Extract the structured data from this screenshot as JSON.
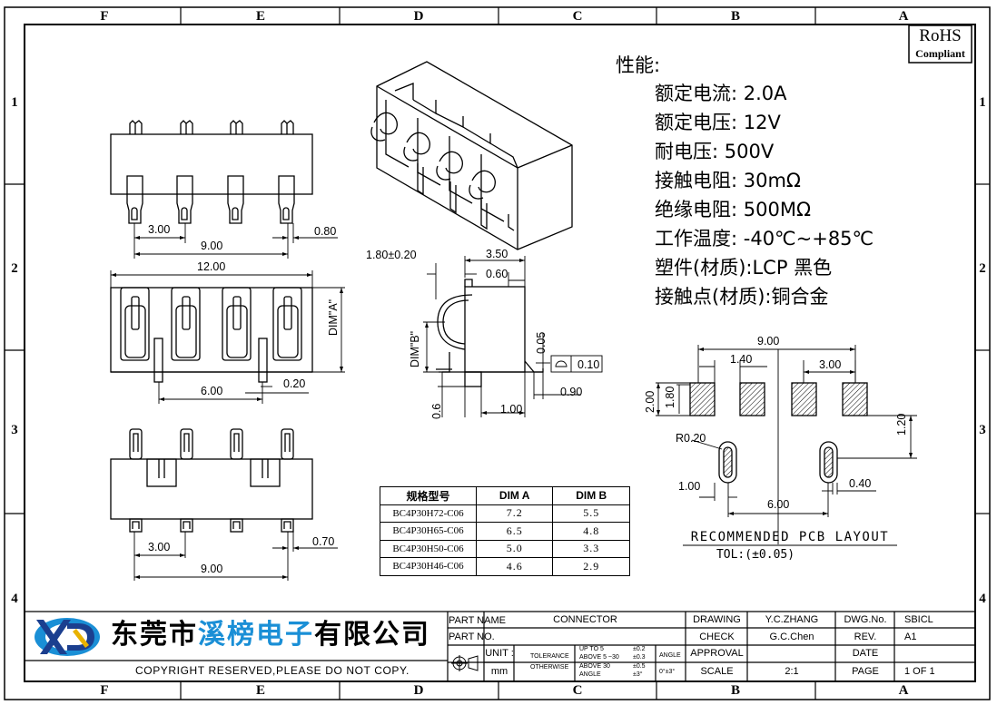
{
  "zones": {
    "columns": [
      "F",
      "E",
      "D",
      "C",
      "B",
      "A"
    ],
    "rows": [
      "1",
      "2",
      "3",
      "4"
    ]
  },
  "rohs": {
    "line1": "RoHS",
    "line2": "Compliant"
  },
  "performance": {
    "heading": "性能:",
    "items": [
      "额定电流: 2.0A",
      "额定电压: 12V",
      "耐电压: 500V",
      "接触电阻: 30mΩ",
      "绝缘电阻: 500MΩ",
      "工作温度: -40℃~+85℃",
      "塑件(材质):LCP 黑色",
      "接触点(材质):铜合金"
    ]
  },
  "dims": {
    "top_pitch": "3.00",
    "top_span": "9.00",
    "top_pin": "0.80",
    "mid_width": "12.00",
    "mid_dim_a": "DIM\"A\"",
    "mid_pitch": "6.00",
    "mid_pin": "0.20",
    "bot_pitch": "3.00",
    "bot_span": "9.00",
    "bot_pin": "0.70",
    "side_tol": "1.80±0.20",
    "side_w": "3.50",
    "side_top": "0.60",
    "side_dim_b": "DIM\"B\"",
    "side_gap": "0.05",
    "side_flat": "0.10",
    "side_foot": "0.90",
    "side_base": "0.6",
    "side_pitch": "1.00",
    "pcb_span": "9.00",
    "pcb_pad": "1.40",
    "pcb_pitch": "3.00",
    "pcb_h1": "2.00",
    "pcb_h2": "1.80",
    "pcb_radius": "R0.20",
    "pcb_v": "1.20",
    "pcb_hole_off": "1.00",
    "pcb_hole_pitch": "6.00",
    "pcb_slot": "0.40"
  },
  "pcb": {
    "title": "RECOMMENDED PCB LAYOUT",
    "tol": "TOL:(±0.05)"
  },
  "spec_table": {
    "headers": [
      "规格型号",
      "DIM A",
      "DIM B"
    ],
    "rows": [
      [
        "BC4P30H72-C06",
        "7.2",
        "5.5"
      ],
      [
        "BC4P30H65-C06",
        "6.5",
        "4.8"
      ],
      [
        "BC4P30H50-C06",
        "5.0",
        "3.3"
      ],
      [
        "BC4P30H46-C06",
        "4.6",
        "2.9"
      ]
    ]
  },
  "company": {
    "name_a": "东莞市",
    "name_b": "溪榜电子",
    "name_c": "有限公司",
    "copyright": "COPYRIGHT RESERVED,PLEASE DO NOT COPY."
  },
  "title_block": {
    "part_name_label": "PART NAME",
    "part_name": "CONNECTOR",
    "part_no_label": "PART NO.",
    "part_no": "",
    "unit_label": "UNIT :",
    "unit": "mm",
    "tolerance": "TOLERANCE",
    "otherwise": "OTHERWISE",
    "tol_r1": "UP TO 5",
    "tol_r1v": "±0.2",
    "tol_r2": "ABOVE 5 ~30",
    "tol_r2v": "±0.3",
    "tol_r3": "ABOVE 30",
    "tol_r3v": "±0.5",
    "tol_r4": "ANGLE",
    "tol_r4v": "±3°",
    "angle_label": "ANGLE",
    "angle_val": "0°±3°",
    "drawing": "DRAWING",
    "drawing_by": "Y.C.ZHANG",
    "check": "CHECK",
    "check_by": "G.C.Chen",
    "approval": "APPROVAL",
    "approval_by": "",
    "scale": "SCALE",
    "scale_val": "2:1",
    "dwg_label": "DWG.No.",
    "dwg_no": "SBICL",
    "rev_label": "REV.",
    "rev": "A1",
    "date_label": "DATE",
    "date": "",
    "page_label": "PAGE",
    "page": "1 OF 1"
  }
}
